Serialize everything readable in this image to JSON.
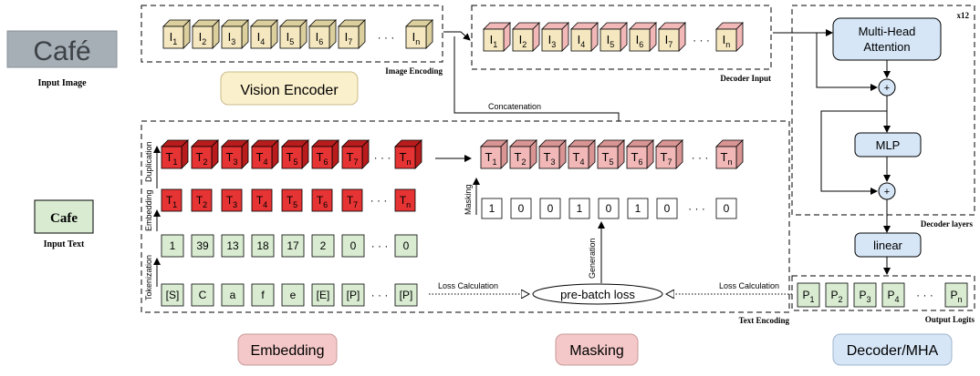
{
  "input_image": {
    "logo_text": "Café",
    "label": "Input Image"
  },
  "input_text": {
    "word": "Cafe",
    "label": "Input Text"
  },
  "section_labels": {
    "image_encoding": "Image Encoding",
    "decoder_input": "Decoder Input",
    "text_encoding": "Text Encoding",
    "decoder_layers": "Decoder layers",
    "output_logits": "Output Logits",
    "repeat": "x12"
  },
  "edge_labels": {
    "concatenation": "Concatenation",
    "duplication": "Duplication",
    "embedding": "Embedding",
    "tokenization": "Tokenization",
    "masking": "Masking",
    "generation": "Generation",
    "loss_calc_left": "Loss Calculation",
    "loss_calc_right": "Loss Calculation"
  },
  "image_tokens": [
    {
      "base": "I",
      "sub": "1"
    },
    {
      "base": "I",
      "sub": "2"
    },
    {
      "base": "I",
      "sub": "3"
    },
    {
      "base": "I",
      "sub": "4"
    },
    {
      "base": "I",
      "sub": "5"
    },
    {
      "base": "I",
      "sub": "6"
    },
    {
      "base": "I",
      "sub": "7"
    },
    {
      "base": "I",
      "sub": "n"
    }
  ],
  "text_tokens": [
    {
      "base": "T",
      "sub": "1"
    },
    {
      "base": "T",
      "sub": "2"
    },
    {
      "base": "T",
      "sub": "3"
    },
    {
      "base": "T",
      "sub": "4"
    },
    {
      "base": "T",
      "sub": "5"
    },
    {
      "base": "T",
      "sub": "6"
    },
    {
      "base": "T",
      "sub": "7"
    },
    {
      "base": "T",
      "sub": "n"
    }
  ],
  "token_ids": [
    "1",
    "39",
    "13",
    "18",
    "17",
    "2",
    "0",
    "0"
  ],
  "raw_tokens": [
    "[S]",
    "C",
    "a",
    "f",
    "e",
    "[E]",
    "[P]",
    "[P]"
  ],
  "mask_values": [
    "1",
    "0",
    "0",
    "1",
    "0",
    "1",
    "0",
    "0"
  ],
  "output_tokens": [
    {
      "base": "P",
      "sub": "1"
    },
    {
      "base": "P",
      "sub": "2"
    },
    {
      "base": "P",
      "sub": "3"
    },
    {
      "base": "P",
      "sub": "4"
    },
    {
      "base": "P",
      "sub": "n"
    }
  ],
  "ellipsis": "· · ·",
  "blocks": {
    "mha_line1": "Multi-Head",
    "mha_line2": "Attention",
    "mlp": "MLP",
    "linear": "linear",
    "plus": "+",
    "loss": "pre-batch loss"
  },
  "legend": {
    "vision_encoder": "Vision Encoder",
    "embedding": "Embedding",
    "masking": "Masking",
    "decoder_mha": "Decoder/MHA"
  },
  "colors": {
    "image_face": "#f5e8c0",
    "image_side": "#dccf9e",
    "red_face": "#e63333",
    "red_side": "#b81c1c",
    "pink_face": "#f2b8b8",
    "pink_side": "#d99494",
    "green": "#d9ecd2",
    "blue": "#d6e6f7",
    "legend_yellow": "#fbf0cc",
    "legend_pink": "#f4c8c8",
    "legend_blue": "#d6e6f7"
  }
}
